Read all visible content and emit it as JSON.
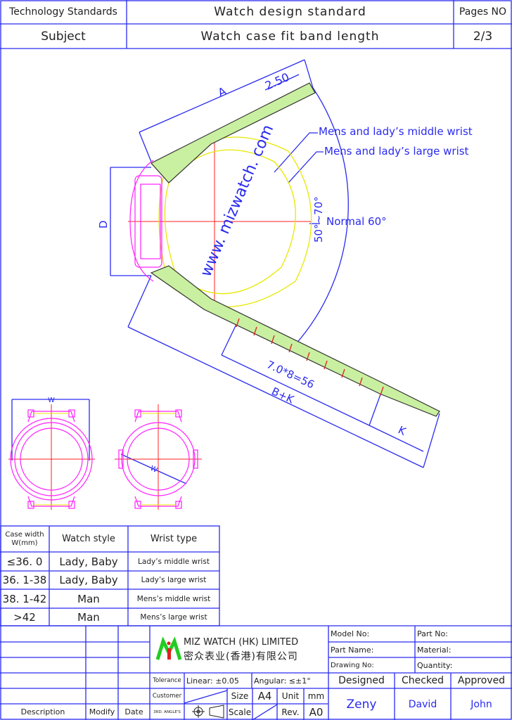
{
  "header": {
    "category_label": "Technology Standards",
    "title": "Watch design standard",
    "pages_label": "Pages NO",
    "subject_label": "Subject",
    "subject": "Watch case fit band length",
    "page": "2/3"
  },
  "drawing": {
    "dim_a": "A",
    "dim_250": "2.50",
    "middle_wrist": "Mens and lady’s middle wrist",
    "large_wrist": "Mens and lady’s large wrist",
    "normal_angle": "Normal 60°",
    "angle_range": "50°~70°",
    "dim_d": "D",
    "watermark": "www. mizwatch. com",
    "links": "7.0*8=56",
    "dim_bk": "B+K",
    "dim_k": "K",
    "dim_w1": "W",
    "dim_w2": "W",
    "colors": {
      "dim": "#2a2af0",
      "center": "#ff2020",
      "case": "#ff20ff",
      "wrist": "#f0f000",
      "band": "#66cc33"
    }
  },
  "size_table": {
    "headers": [
      "Case width W(mm)",
      "Watch style",
      "Wrist type"
    ],
    "rows": [
      [
        "≤36. 0",
        "Lady, Baby",
        "Lady’s middle wrist"
      ],
      [
        "36. 1-38",
        "Lady, Baby",
        "Lady’s large wrist"
      ],
      [
        "38. 1-42",
        "Man",
        "Mens’s middle wrist"
      ],
      [
        ">42",
        "Man",
        "Mens’s large wrist"
      ]
    ]
  },
  "title_block": {
    "company_en": "MIZ WATCH (HK) LIMITED",
    "company_cn": "密众表业(香港)有限公司",
    "model_no": "Model No:",
    "part_no": "Part No:",
    "part_name": "Part Name:",
    "material": "Material:",
    "drawing_no": "Drawing No:",
    "quantity": "Quantity:",
    "tolerance": "Tolerance",
    "linear": "Linear: ±0.05",
    "angular": "Angular:  ≤±1°",
    "customer": "Customer",
    "size_label": "Size",
    "size": "A4",
    "unit_label": "Unit",
    "unit": "mm",
    "third_angle": "3RD. ANGLE'S",
    "scale_label": "Scale",
    "rev_label": "Rev.",
    "rev": "A0",
    "designed_label": "Designed",
    "checked_label": "Checked",
    "approved_label": "Approved",
    "designed": "Zeny",
    "checked": "David",
    "approved": "John",
    "description": "Description",
    "modify": "Modify",
    "date": "Date"
  }
}
